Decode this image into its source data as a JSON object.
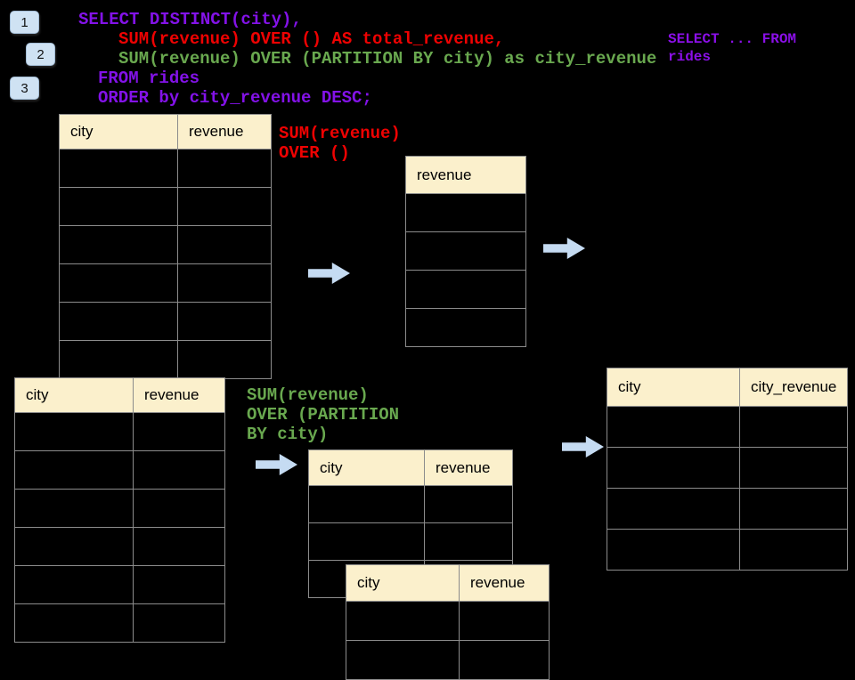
{
  "colors": {
    "background": "#000000",
    "sql-purple": "#8312E8",
    "sql-red": "#EE0202",
    "sql-green": "#69A84F",
    "note-purple": "#8B0FE8",
    "header-fill": "#FBF0CC",
    "grid-line": "#8C8C8C",
    "arrow-fill": "#C5DBF2",
    "badge-fill": "#CFE2F3",
    "badge-border": "#A4BDD6",
    "table-body-fill": "#000000"
  },
  "steps": [
    {
      "label": "1"
    },
    {
      "label": "2"
    },
    {
      "label": "3"
    }
  ],
  "sql_query": {
    "select_line": "SELECT DISTINCT(city),",
    "total_revenue_line": "SUM(revenue) OVER () AS total_revenue,",
    "city_revenue_line": "SUM(revenue) OVER (PARTITION BY city) as city_revenue",
    "from_line": "FROM rides",
    "order_by_line": "ORDER by city_revenue DESC;"
  },
  "side_note": {
    "line1": "SELECT ... FROM",
    "line2": "rides"
  },
  "annotations": {
    "over_total": {
      "line1": "SUM(revenue)",
      "line2": "OVER ()"
    },
    "over_partition": {
      "line1": "SUM(revenue)",
      "line2": "OVER (PARTITION",
      "line3": "BY city)"
    }
  },
  "tables": {
    "source_top": {
      "headers": [
        "city",
        "revenue"
      ],
      "empty_row_count": 6
    },
    "total_revenue": {
      "headers": [
        "revenue"
      ],
      "empty_row_count": 4
    },
    "source_bottom": {
      "headers": [
        "city",
        "revenue"
      ],
      "empty_row_count": 6
    },
    "partition_mid": {
      "headers": [
        "city",
        "revenue"
      ],
      "empty_row_count": 3
    },
    "partition_overlay": {
      "headers": [
        "city",
        "revenue"
      ],
      "empty_row_count": 2
    },
    "result_right": {
      "headers": [
        "city",
        "city_revenue"
      ],
      "empty_row_count": 4
    }
  }
}
